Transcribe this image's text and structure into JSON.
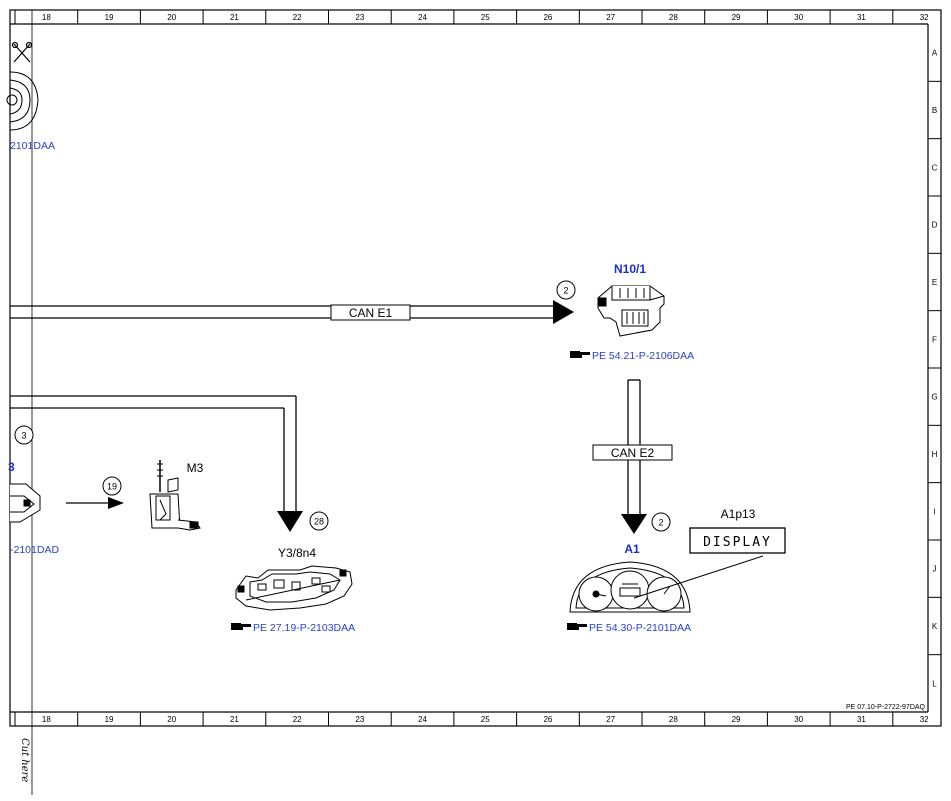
{
  "grid": {
    "columns": [
      "18",
      "19",
      "20",
      "21",
      "22",
      "23",
      "24",
      "25",
      "26",
      "27",
      "28",
      "29",
      "30",
      "31",
      "32"
    ],
    "rows": [
      "A",
      "B",
      "C",
      "D",
      "E",
      "F",
      "G",
      "H",
      "I",
      "J",
      "K",
      "L"
    ]
  },
  "buses": {
    "can_e1": "CAN E1",
    "can_e2": "CAN E2"
  },
  "connectors": {
    "c2_top": "2",
    "c2_bottom": "2",
    "c3": "3",
    "c19": "19",
    "c28": "28"
  },
  "components": {
    "n10_1": {
      "label": "N10/1",
      "ref": "PE 54.21-P-2106DAA"
    },
    "a1": {
      "label": "A1",
      "ref": "PE 54.30-P-2101DAA"
    },
    "a1p13": {
      "label": "A1p13",
      "display_text": "DISPLAY"
    },
    "y3_8n4": {
      "label": "Y3/8n4",
      "ref": "PE 27.19-P-2103DAA"
    },
    "m3": {
      "label": "M3"
    },
    "left_top": {
      "ref": "2101DAA"
    },
    "left_mid": {
      "label": "3",
      "ref": "-2101DAD"
    }
  },
  "footer": {
    "doc_ref": "PE 07.10-P-2722-97DAQ",
    "cut_here": "Cut here"
  }
}
